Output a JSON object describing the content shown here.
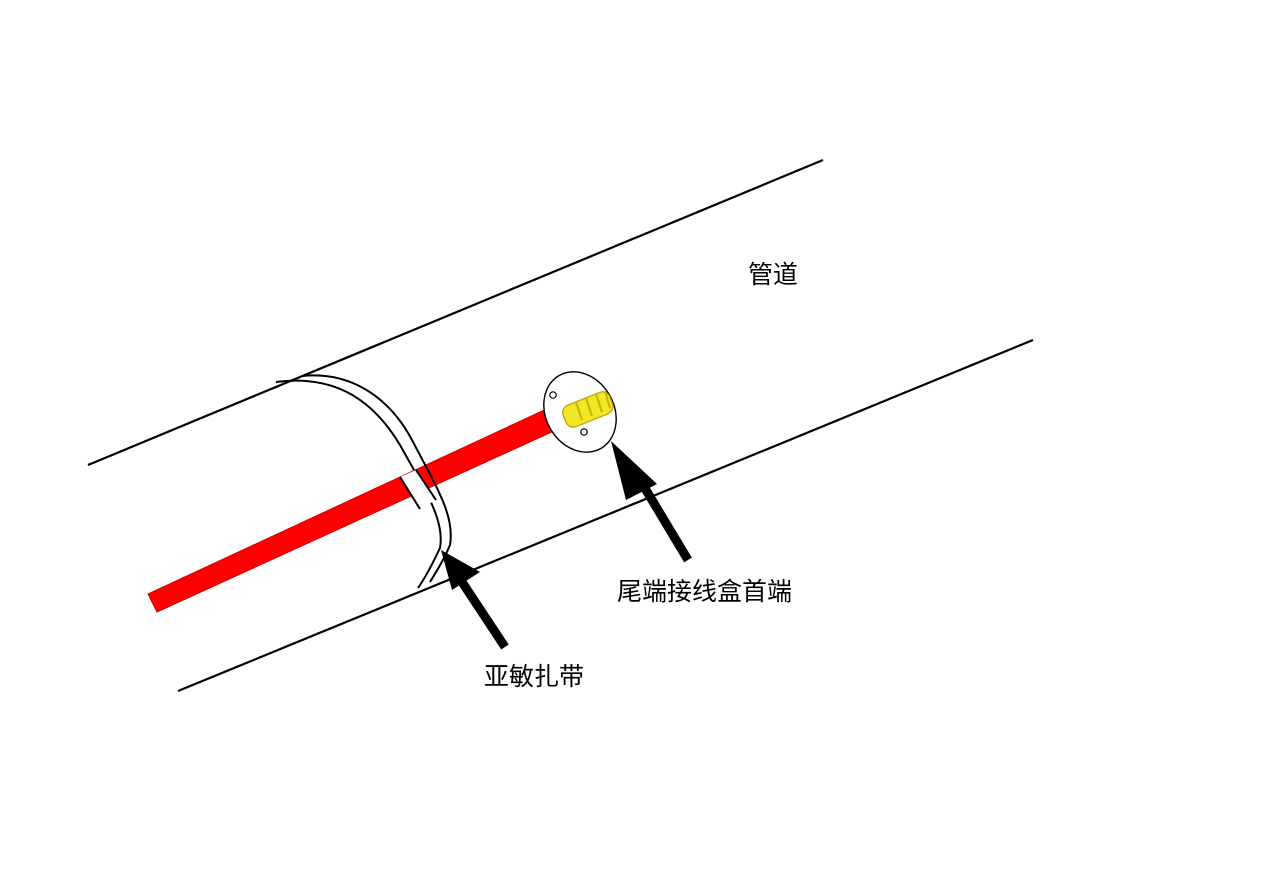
{
  "labels": {
    "pipe": "管道",
    "junction_box": "尾端接线盒首端",
    "cable_tie": "亚敏扎带"
  },
  "colors": {
    "background": "#ffffff",
    "pipe_outline": "#000000",
    "heating_cable": "#ff0000",
    "heating_cable_edge": "#d40000",
    "end_cap_wrap": "#f2e629",
    "end_cap_band": "#c8b400",
    "arrow": "#000000"
  },
  "icons": {
    "pipe": "pipe-outline",
    "cable": "heating-cable",
    "end_box": "junction-box-flange",
    "tie": "cable-tie-band",
    "pointer": "arrow-icon"
  }
}
